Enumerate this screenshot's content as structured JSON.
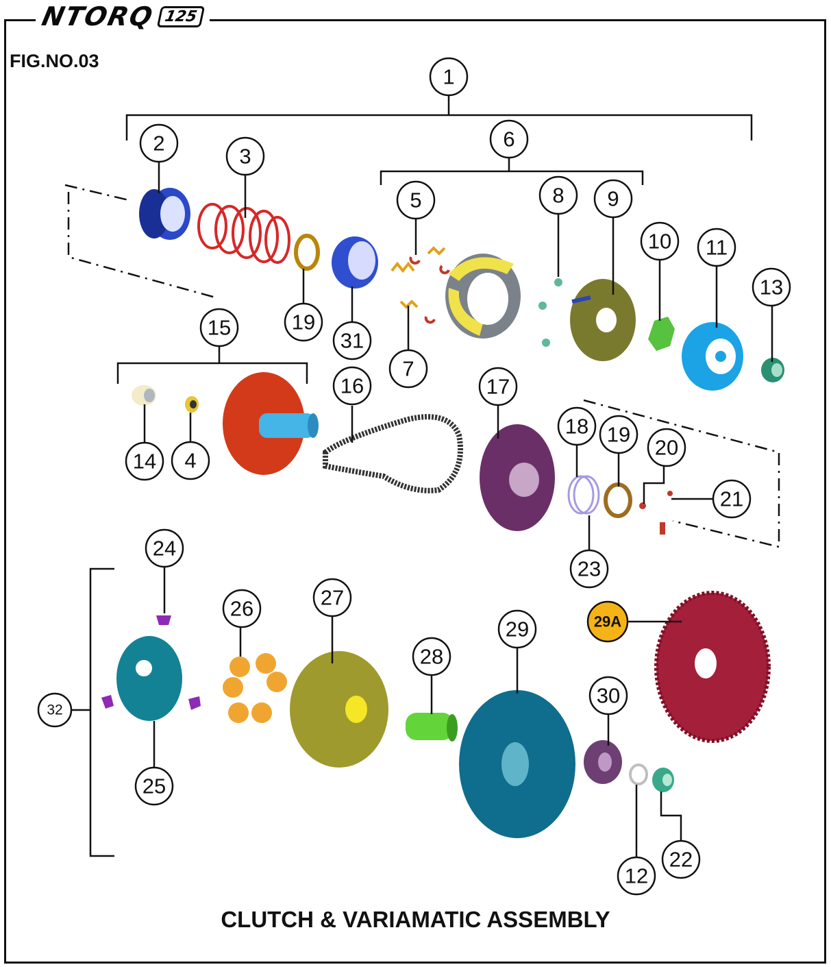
{
  "header": {
    "logo_main": "NTORQ",
    "logo_badge": "125"
  },
  "figure_number": "FIG.NO.03",
  "caption": "CLUTCH & VARIAMATIC ASSEMBLY",
  "callouts": [
    {
      "id": "1"
    },
    {
      "id": "2"
    },
    {
      "id": "3"
    },
    {
      "id": "4"
    },
    {
      "id": "5"
    },
    {
      "id": "6"
    },
    {
      "id": "7"
    },
    {
      "id": "8"
    },
    {
      "id": "9"
    },
    {
      "id": "10"
    },
    {
      "id": "11"
    },
    {
      "id": "12"
    },
    {
      "id": "13"
    },
    {
      "id": "14"
    },
    {
      "id": "15"
    },
    {
      "id": "16"
    },
    {
      "id": "17"
    },
    {
      "id": "18"
    },
    {
      "id": "19"
    },
    {
      "id": "19"
    },
    {
      "id": "20"
    },
    {
      "id": "21"
    },
    {
      "id": "22"
    },
    {
      "id": "23"
    },
    {
      "id": "24"
    },
    {
      "id": "25"
    },
    {
      "id": "26"
    },
    {
      "id": "27"
    },
    {
      "id": "28"
    },
    {
      "id": "29"
    },
    {
      "id": "29A"
    },
    {
      "id": "30"
    },
    {
      "id": "31"
    },
    {
      "id": "32"
    }
  ],
  "colors": {
    "highlight": "#f5b316"
  }
}
